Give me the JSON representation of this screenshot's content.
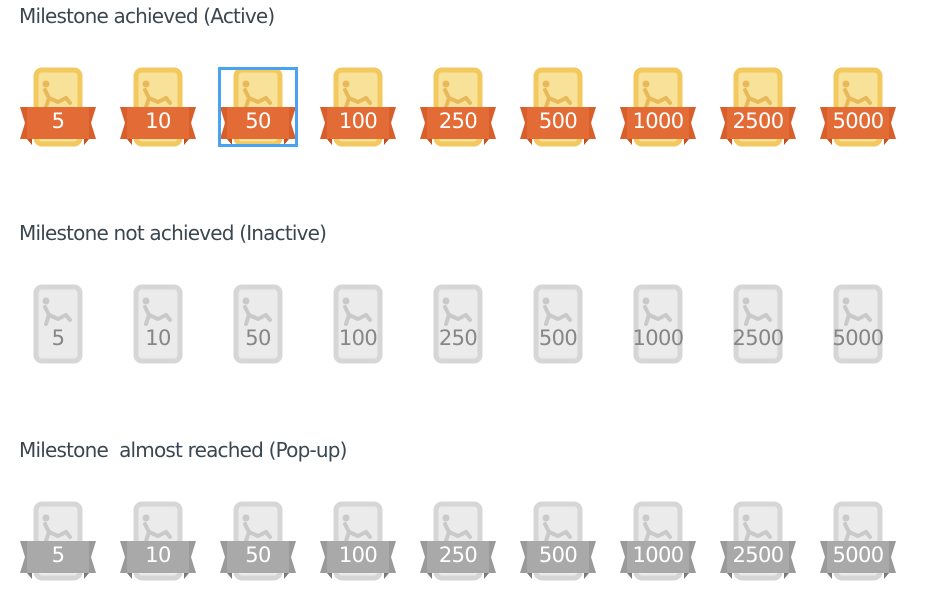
{
  "milestones": [
    "5",
    "10",
    "50",
    "100",
    "250",
    "500",
    "1000",
    "2500",
    "5000"
  ],
  "sections": [
    {
      "title": "Milestone achieved (Active)",
      "variant": "active",
      "selected_index": 2
    },
    {
      "title": "Milestone not achieved (Inactive)",
      "variant": "inactive",
      "selected_index": null
    },
    {
      "title": "Milestone  almost reached (Pop-up)",
      "variant": "popup",
      "selected_index": null
    }
  ],
  "icons": {
    "badge_card": "phone-badge-icon",
    "card_figure": "sprinter-figure-icon",
    "ribbon": "ribbon-banner-icon"
  },
  "colors": {
    "active_card_fill": "#f8e29a",
    "active_card_border": "#f2c85f",
    "active_figure": "#e9b959",
    "active_ribbon": "#e36b35",
    "active_ribbon_fold": "#c04e20",
    "active_ribbon_tail": "#d85e2b",
    "inactive_card_fill": "#ebebeb",
    "inactive_card_border": "#d6d6d6",
    "inactive_figure": "#c9c9c9",
    "inactive_text": "#868686",
    "popup_ribbon": "#a9a9a9",
    "popup_ribbon_fold": "#7a7a7a",
    "popup_ribbon_tail": "#9a9a9a",
    "label_text": "#ffffff",
    "selection_border": "#4aa3f0",
    "title_text": "#3b4750"
  }
}
